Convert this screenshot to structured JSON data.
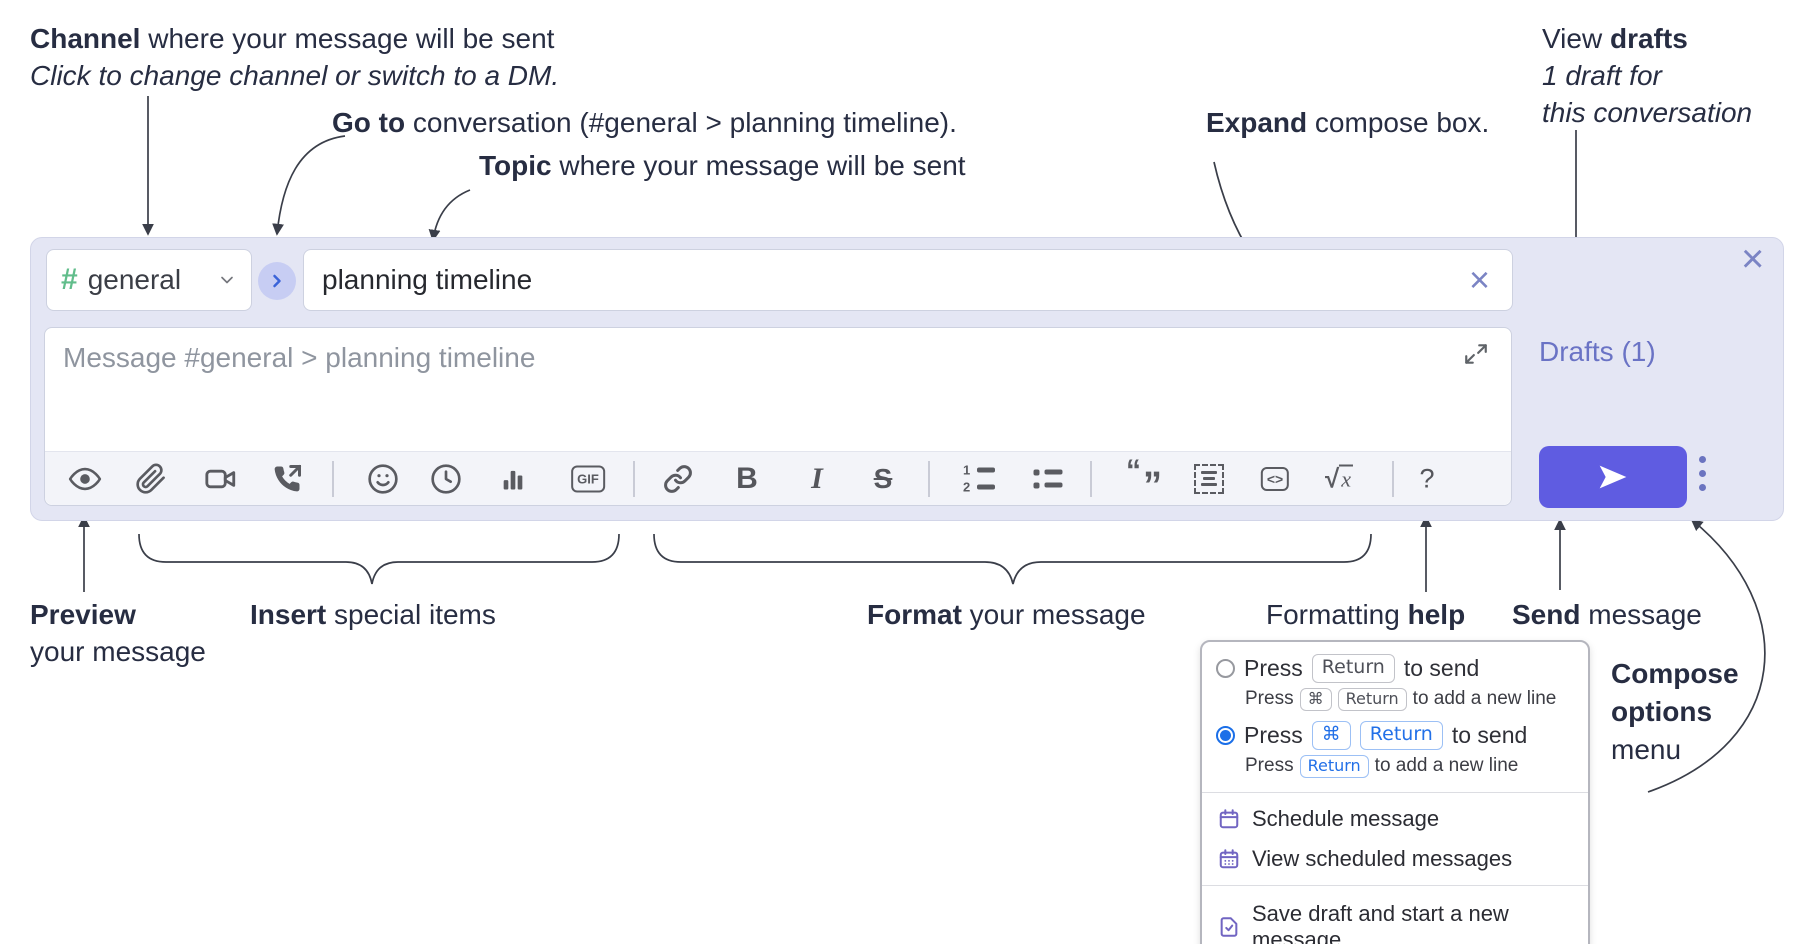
{
  "annotations": {
    "channel": {
      "bold": "Channel",
      "rest": " where your message will be sent",
      "line2": "Click to change channel or switch to a DM."
    },
    "goto": {
      "bold": "Go to",
      "rest": " conversation (#general > planning timeline)."
    },
    "topic": {
      "bold": "Topic",
      "rest": " where your message will be sent"
    },
    "expand": {
      "bold": "Expand",
      "rest": " compose box."
    },
    "drafts": {
      "line1_pre": "View ",
      "line1_bold": "drafts",
      "line2": "1 draft for",
      "line3": "this conversation"
    },
    "preview": {
      "bold": "Preview",
      "line2": "your message"
    },
    "insert": {
      "bold": "Insert",
      "rest": " special items"
    },
    "format": {
      "bold": "Format",
      "rest": " your message"
    },
    "formatting_help": {
      "pre": "Formatting ",
      "bold": "help"
    },
    "send": {
      "bold": "Send",
      "rest": " message"
    },
    "compose_options": {
      "line1": "Compose",
      "line2": "options",
      "line3": "menu"
    }
  },
  "compose": {
    "channel_picker": {
      "hash": "#",
      "name": "general"
    },
    "topic_input": {
      "value": "planning timeline"
    },
    "message_input": {
      "placeholder": "Message #general > planning timeline"
    },
    "drafts_link": "Drafts (1)",
    "icons": {
      "close_compose": "×",
      "clear_topic": "×"
    },
    "toolbar": {
      "gif": "GIF",
      "bold": "B",
      "italic": "I",
      "strike": "S",
      "ol_1": "1",
      "ol_2": "2",
      "quote_open": "“",
      "quote_close": "”",
      "code": "<>",
      "math_root": "√",
      "math_var": "x",
      "help": "?"
    }
  },
  "compose_menu": {
    "option_enter": {
      "press": "Press",
      "key": "Return",
      "action": "to send",
      "sub_press": "Press",
      "sub_key1": "⌘",
      "sub_key2": "Return",
      "sub_action": "to add a new line",
      "selected": false
    },
    "option_cmd_enter": {
      "press": "Press",
      "key1": "⌘",
      "key2": "Return",
      "action": "to send",
      "sub_press": "Press",
      "sub_key": "Return",
      "sub_action": "to add a new line",
      "selected": true
    },
    "schedule": "Schedule message",
    "view_scheduled": "View scheduled messages",
    "save_draft": "Save draft and start a new message"
  },
  "colors": {
    "compose_bg": "#e4e6f4",
    "send_button": "#5f5ce1",
    "drafts_link": "#6a73c5",
    "channel_hash": "#61bd8b",
    "selected_kbd": "#2270e8",
    "menu_icon": "#7165c2",
    "toolbar_icon": "#5a5b61",
    "annotation_text": "#272d42"
  }
}
